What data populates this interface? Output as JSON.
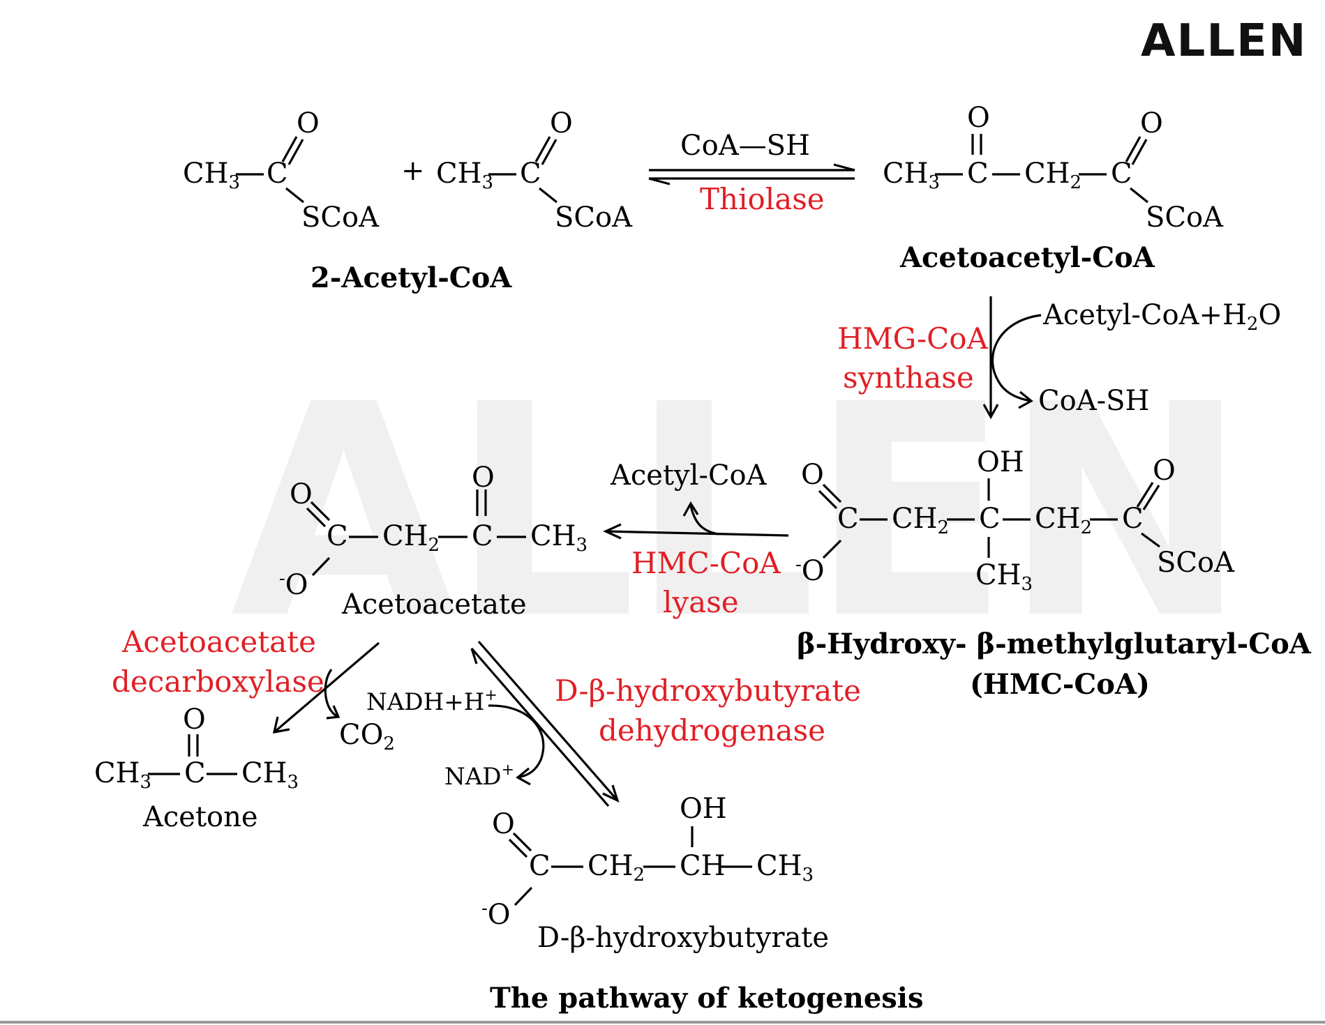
{
  "logo": "ALLEN",
  "watermark": "ALLEN",
  "caption": "The pathway of ketogenesis",
  "atoms": {
    "ch3": "CH",
    "sub3": "3",
    "ch2": "CH",
    "sub2": "2",
    "c": "C",
    "o": "O",
    "oh": "OH",
    "scoa": "SCoA",
    "ominus_pre": "-",
    "ominus": "O",
    "ch": "CH",
    "plus": "+"
  },
  "compounds": {
    "acetyl_coa_2": "2-Acetyl-CoA",
    "acetoacetyl_coa": "Acetoacetyl-CoA",
    "hmg_coa_name": "β-Hydroxy- β-methylglutaryl-CoA",
    "hmg_coa_abbr": "(HMC-CoA)",
    "acetoacetate": "Acetoacetate",
    "acetone": "Acetone",
    "hydroxybutyrate": "D-β-hydroxybutyrate"
  },
  "reagents": {
    "coa_sh_top": "CoA—SH",
    "acetyl_coa_h2o": "Acetyl-CoA+H",
    "h2o_sub": "2",
    "h2o_end": "O",
    "coa_sh": "CoA-SH",
    "acetyl_coa_side": "Acetyl-CoA",
    "nadh": "NADH+H",
    "nadh_sup": "+",
    "nad": "NAD",
    "nad_sup": "+",
    "co2": "CO",
    "co2_sub": "2"
  },
  "enzymes": {
    "thiolase": "Thiolase",
    "hmg_synthase_1": "HMG-CoA",
    "hmg_synthase_2": "synthase",
    "hmc_lyase_1": "HMC-CoA",
    "hmc_lyase_2": "lyase",
    "decarboxylase_1": "Acetoacetate",
    "decarboxylase_2": "decarboxylase",
    "dehydrogenase_1": "D-β-hydroxybutyrate",
    "dehydrogenase_2": "dehydrogenase"
  },
  "colors": {
    "enzyme": "#e01f25",
    "text": "#000000",
    "watermark": "#f0f0f0"
  }
}
